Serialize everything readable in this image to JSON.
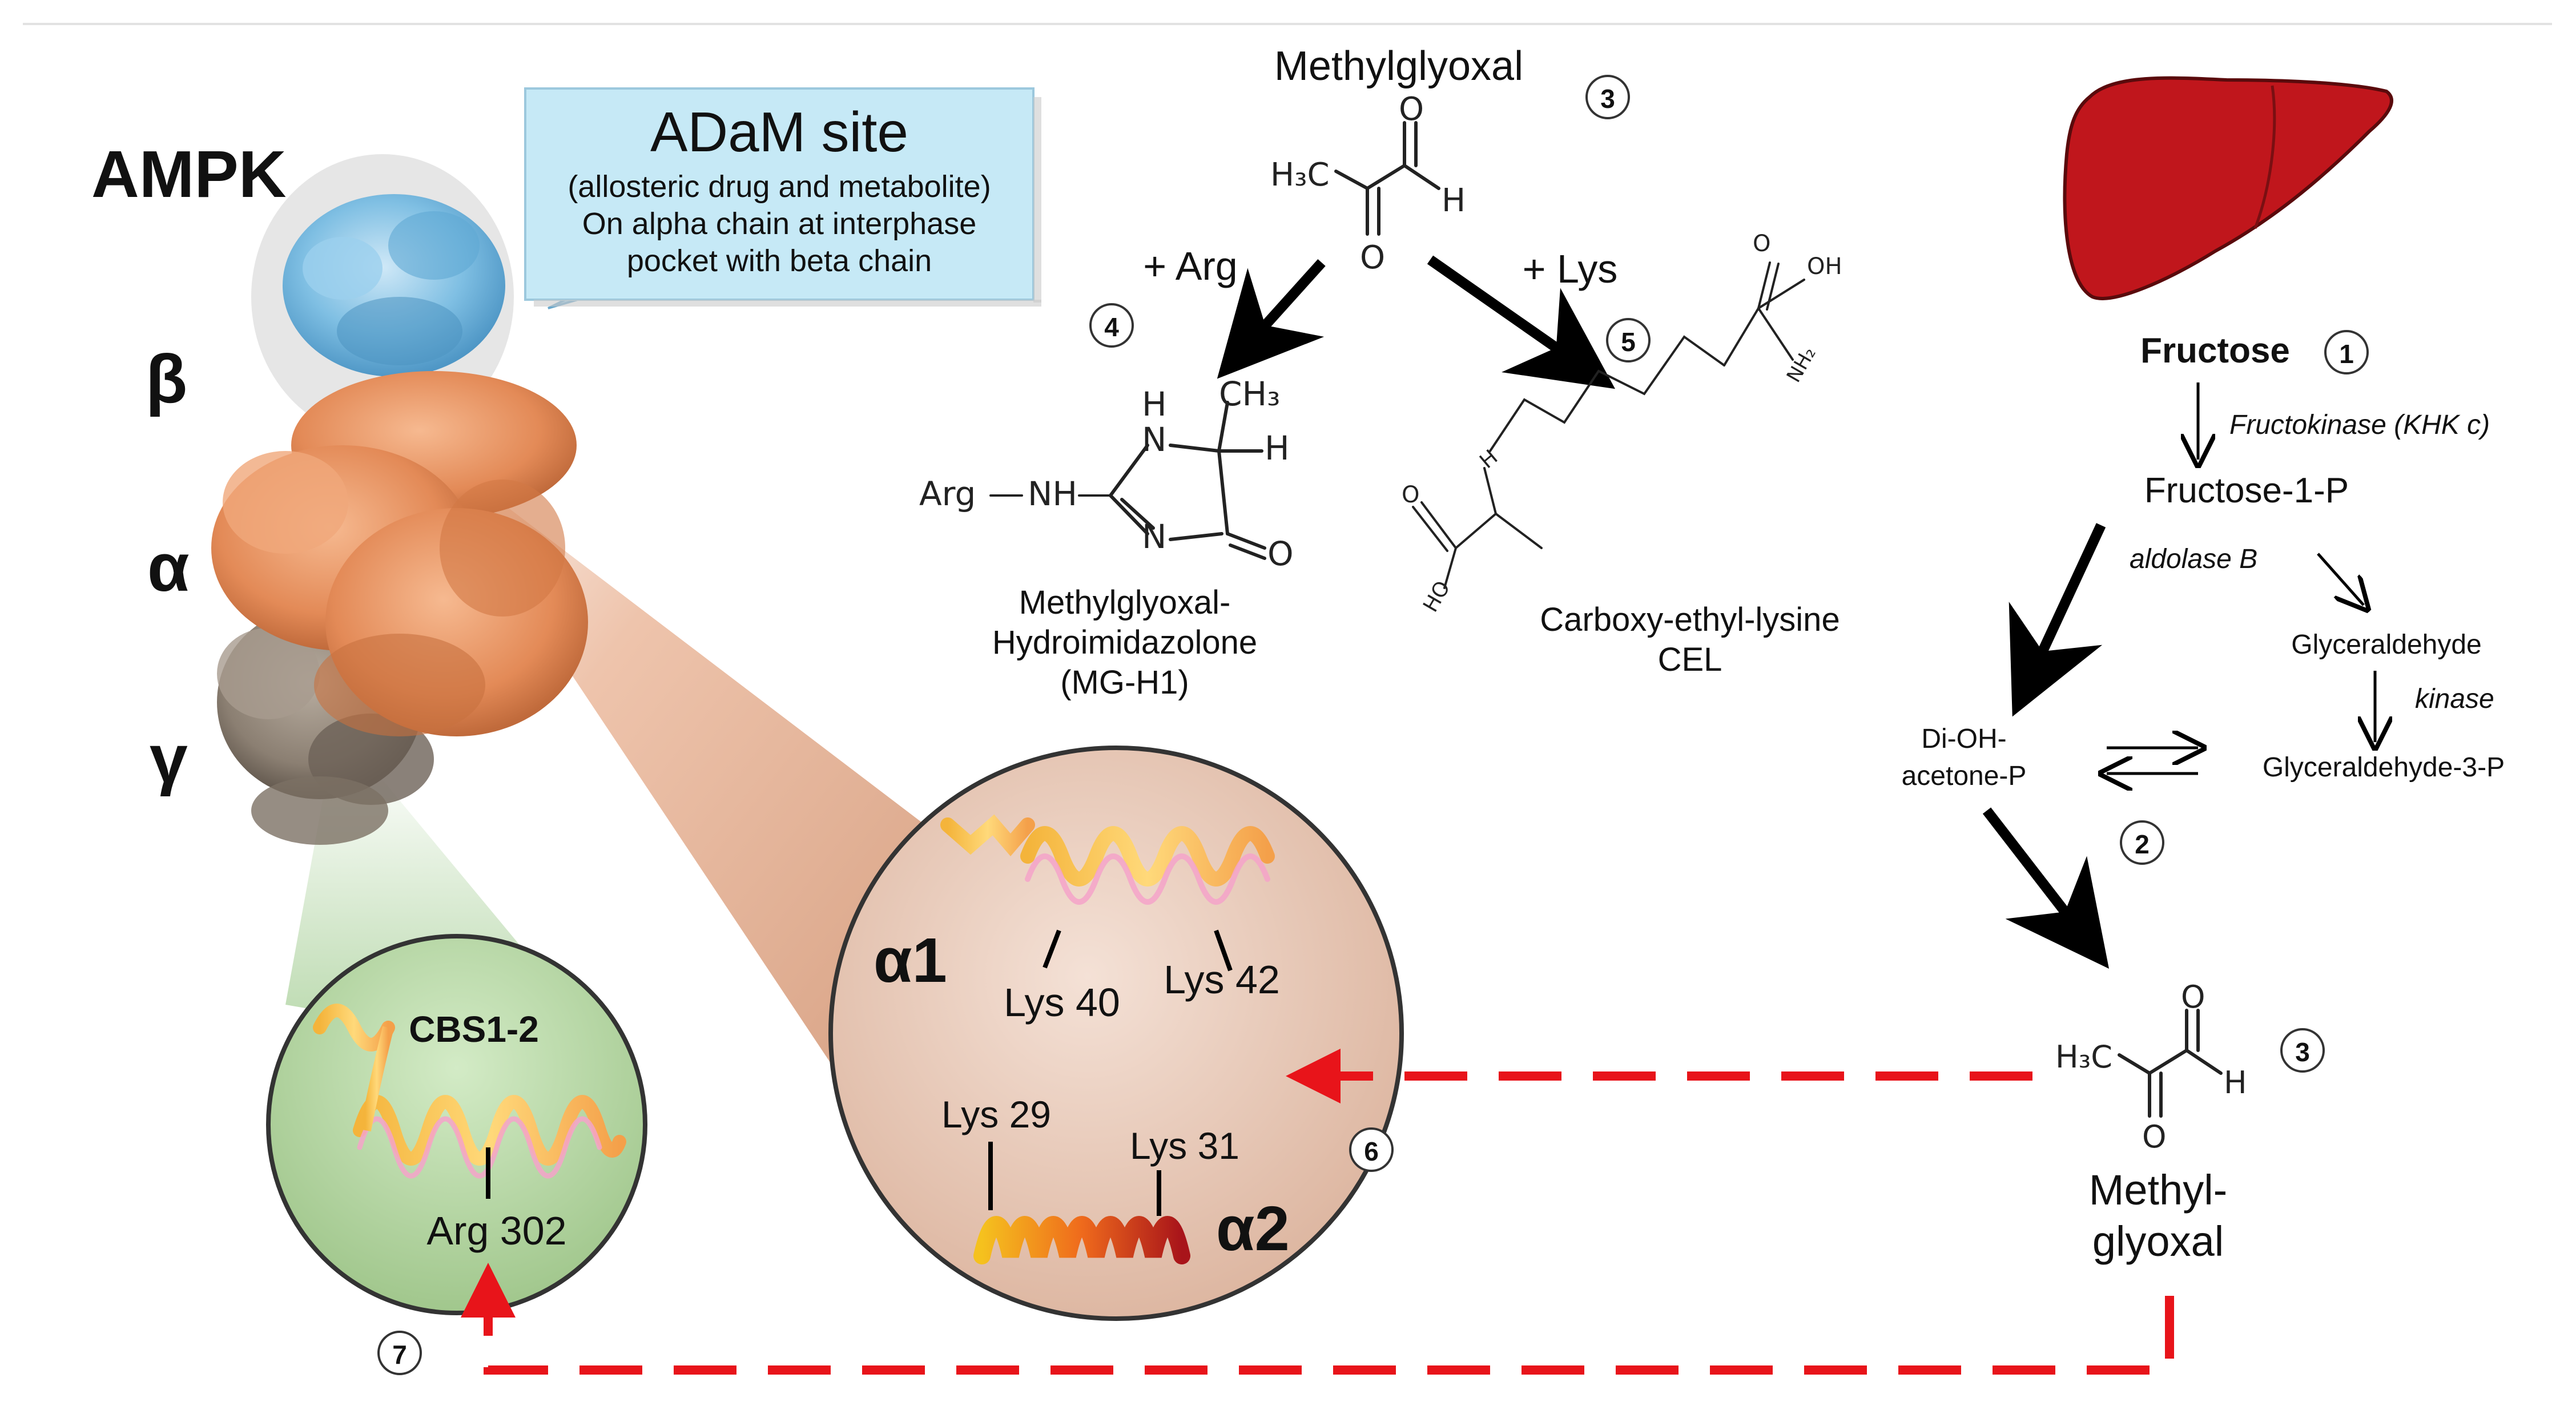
{
  "protein": {
    "title": "AMPK",
    "subunit_labels": {
      "beta": "β",
      "alpha": "α",
      "gamma": "γ"
    }
  },
  "adam_box": {
    "title": "ADaM site",
    "line1": "(allosteric drug and metabolite)",
    "line2": "On alpha chain at interphase",
    "line3": "pocket with beta chain"
  },
  "top_reaction": {
    "molecule_name": "Methylglyoxal",
    "left_arrow_label": "+ Arg",
    "right_arrow_label": "+ Lys",
    "mgh1": {
      "line1": "Methylglyoxal-",
      "line2": "Hydroimidazolone",
      "line3": "(MG-H1)"
    },
    "cel": {
      "line1": "Carboxy-ethyl-lysine",
      "line2": "CEL"
    },
    "structure_text": {
      "h3c": "H₃C",
      "o": "O",
      "h": "H",
      "arg": "Arg",
      "nh": "NH",
      "n": "N",
      "ch3": "CH₃",
      "oh": "OH",
      "nh2": "NH₂",
      "ho": "HO",
      "hn": "H"
    }
  },
  "pathway": {
    "fructose": "Fructose",
    "fructokinase": "Fructokinase (KHK c)",
    "fructose_1_p": "Fructose-1-P",
    "aldolase": "aldolase B",
    "glyceraldehyde": "Glyceraldehyde",
    "kinase": "kinase",
    "dhap_line1": "Di-OH-",
    "dhap_line2": "acetone-P",
    "g3p": "Glyceraldehyde-3-P",
    "mg_line1": "Methyl-",
    "mg_line2": "glyoxal"
  },
  "zoom_alpha": {
    "alpha1": "α1",
    "alpha2": "α2",
    "lys40": "Lys 40",
    "lys42": "Lys 42",
    "lys29": "Lys 29",
    "lys31": "Lys 31"
  },
  "zoom_gamma": {
    "title": "CBS1-2",
    "arg302": "Arg 302"
  },
  "step_numbers": [
    "1",
    "2",
    "3",
    "4",
    "5",
    "6",
    "7"
  ],
  "colors": {
    "liver": "#c0161c",
    "adam_box": "#c6e9f6",
    "beta_subunit": "#6fb3da",
    "alpha_subunit": "#e08a5c",
    "gamma_subunit": "#8a7f73",
    "dashed_arrow": "#e8141a",
    "alpha_zoom_fill": "#e8c9b8",
    "gamma_zoom_fill": "#b7d6a4"
  }
}
